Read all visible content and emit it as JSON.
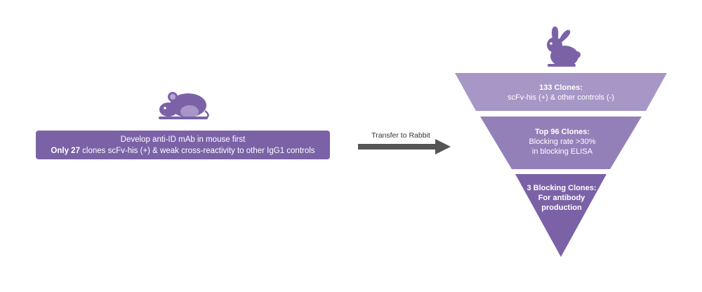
{
  "left": {
    "mouse_icon": "mouse-icon",
    "line1": "Develop anti-ID mAb in mouse first",
    "line2_bold": "Only 27",
    "line2_rest": " clones scFv-his (+) & weak cross-reactivity to other IgG1 controls"
  },
  "arrow": {
    "label": "Transfer to Rabbit"
  },
  "funnel": {
    "rabbit_icon": "rabbit-icon",
    "tiers": [
      {
        "title": "133 Clones:",
        "lines": [
          "scFv-his (+) & other controls (-)"
        ]
      },
      {
        "title": "Top 96 Clones:",
        "lines": [
          "Blocking rate >30%",
          "in blocking ELISA"
        ]
      },
      {
        "title": "3 Blocking Clones:",
        "lines": [
          "For antibody",
          "production"
        ]
      }
    ]
  },
  "colors": {
    "box": "#7b62a7",
    "tier1": "#a697c6",
    "tier2": "#9480b9",
    "tier3": "#7b62a7",
    "icon": "#7b62a7",
    "arrow": "#555555"
  }
}
